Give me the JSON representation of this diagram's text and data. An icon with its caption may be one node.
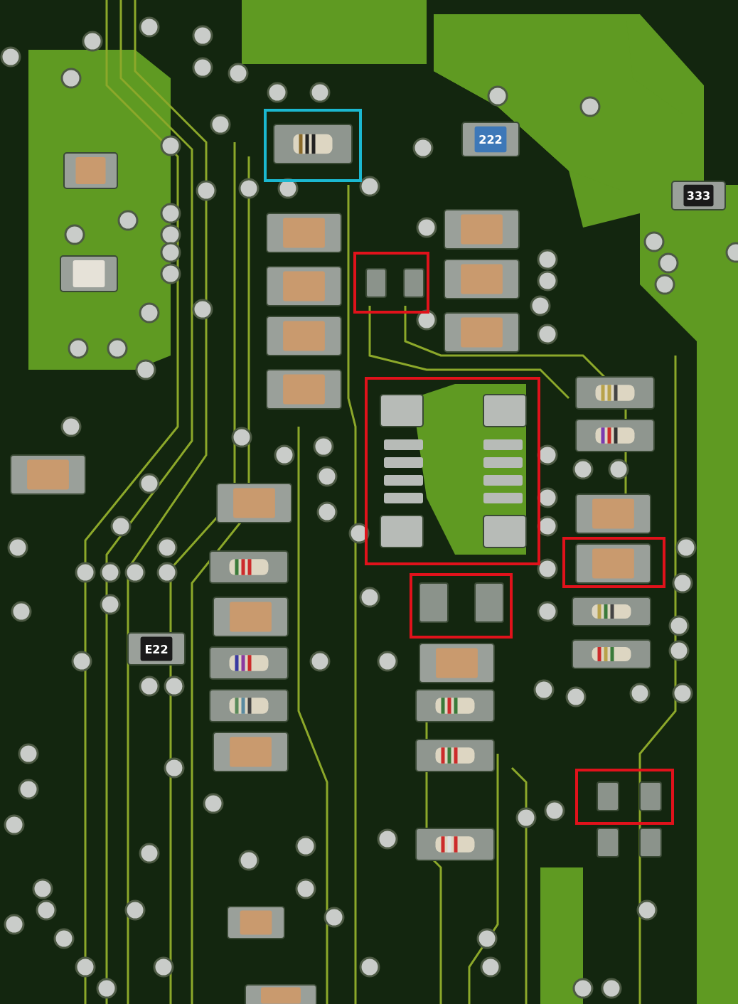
{
  "diagram": {
    "labels": [
      "222",
      "333",
      "E22"
    ]
  }
}
